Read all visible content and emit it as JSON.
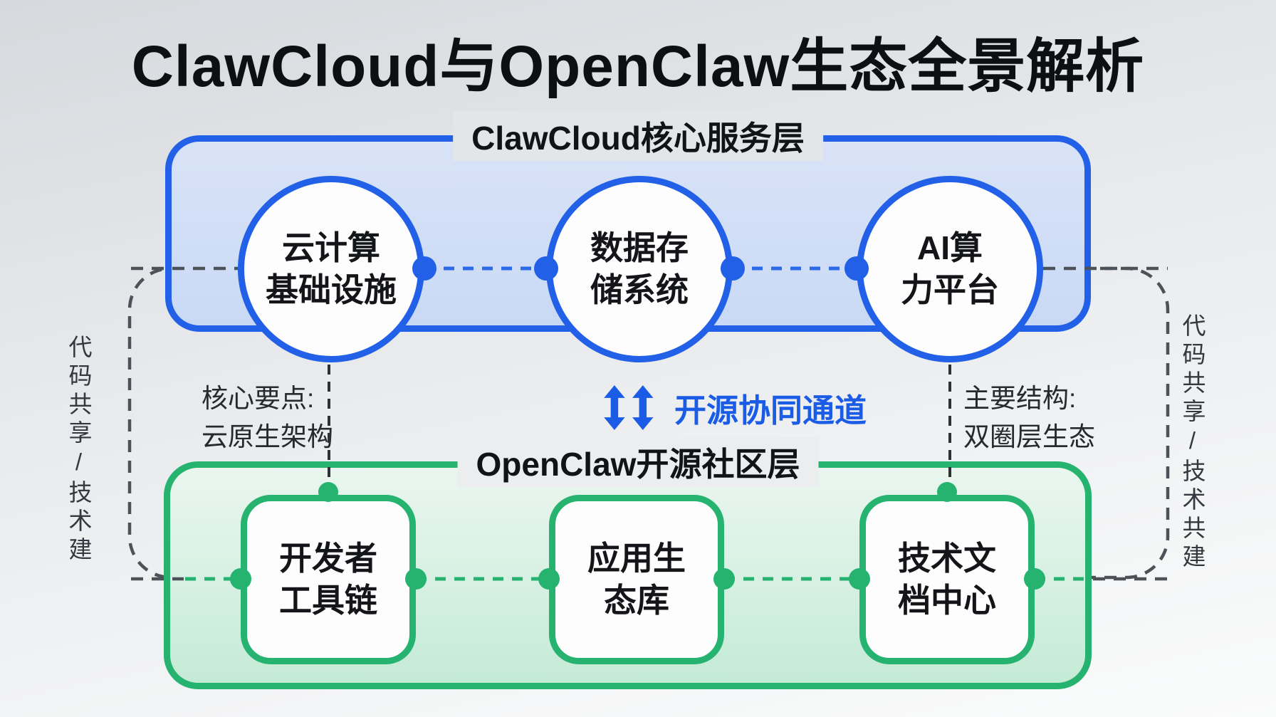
{
  "page": {
    "title": "ClawCloud与OpenClaw生态全景解析"
  },
  "colors": {
    "accent_blue": "#2261e7",
    "accent_green": "#26b26f",
    "channel_blue": "#1b5ce6",
    "dash_gray": "#4d5258",
    "text_black": "#121316"
  },
  "cloud_layer": {
    "label": "ClawCloud核心服务层",
    "nodes": [
      {
        "line1": "云计算",
        "line2": "基础设施"
      },
      {
        "line1": "数据存",
        "line2": "储系统"
      },
      {
        "line1": "AI算",
        "line2": "力平台"
      }
    ]
  },
  "channel": {
    "label": "开源协同通道",
    "icon": "double-vertical-arrow-icon"
  },
  "annotations": {
    "left": {
      "line1": "核心要点:",
      "line2": "云原生架构"
    },
    "right": {
      "line1": "主要结构:",
      "line2": "双圈层生态"
    }
  },
  "open_layer": {
    "label": "OpenClaw开源社区层",
    "nodes": [
      {
        "line1": "开发者",
        "line2": "工具链"
      },
      {
        "line1": "应用生",
        "line2": "态库"
      },
      {
        "line1": "技术文",
        "line2": "档中心"
      }
    ]
  },
  "side_labels": {
    "left": "代码共享/技术建",
    "right": "代码共享/技术共建"
  }
}
